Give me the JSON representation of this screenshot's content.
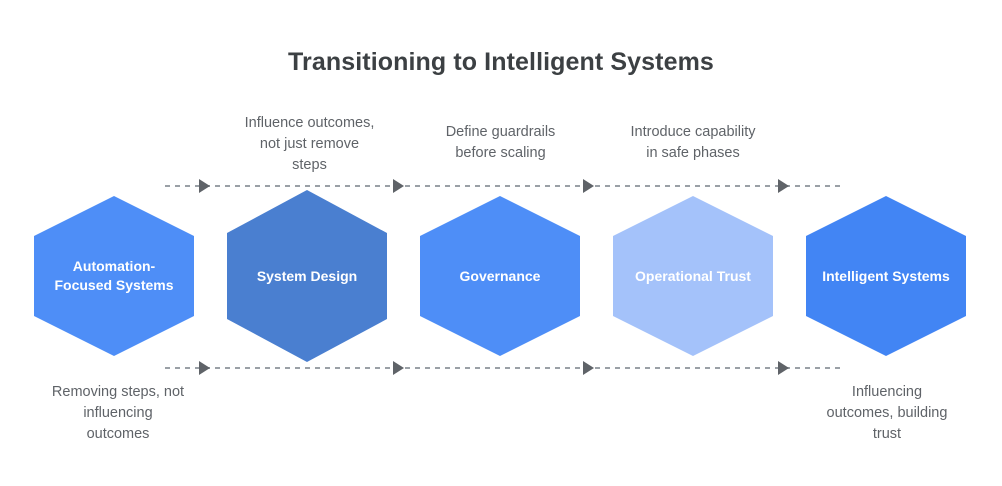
{
  "title": "Transitioning to Intelligent Systems",
  "colors": {
    "hex_blue": "#4e8ef7",
    "hex_blue_dark": "#4a7fd0",
    "hex_blue_light": "#a4c2fa",
    "hex_blue_strong": "#4285f4",
    "title_color": "#3c4043",
    "caption_color": "#5f6368",
    "connector_color": "#9aa0a6",
    "arrow_color": "#5f6368",
    "background": "#ffffff"
  },
  "stages": [
    {
      "label": "Automation-\nFocused Systems",
      "color": "#4e8ef7"
    },
    {
      "label": "System Design",
      "color": "#4a7fd0"
    },
    {
      "label": "Governance",
      "color": "#4e8ef7"
    },
    {
      "label": "Operational Trust",
      "color": "#a4c2fa"
    },
    {
      "label": "Intelligent Systems",
      "color": "#4285f4"
    }
  ],
  "top_captions": [
    "Influence outcomes,\nnot just remove\nsteps",
    "Define guardrails\nbefore scaling",
    "Introduce capability\nin safe phases"
  ],
  "bottom_captions": [
    "Removing steps, not\ninfluencing\noutcomes",
    "Influencing\noutcomes, building\ntrust"
  ]
}
